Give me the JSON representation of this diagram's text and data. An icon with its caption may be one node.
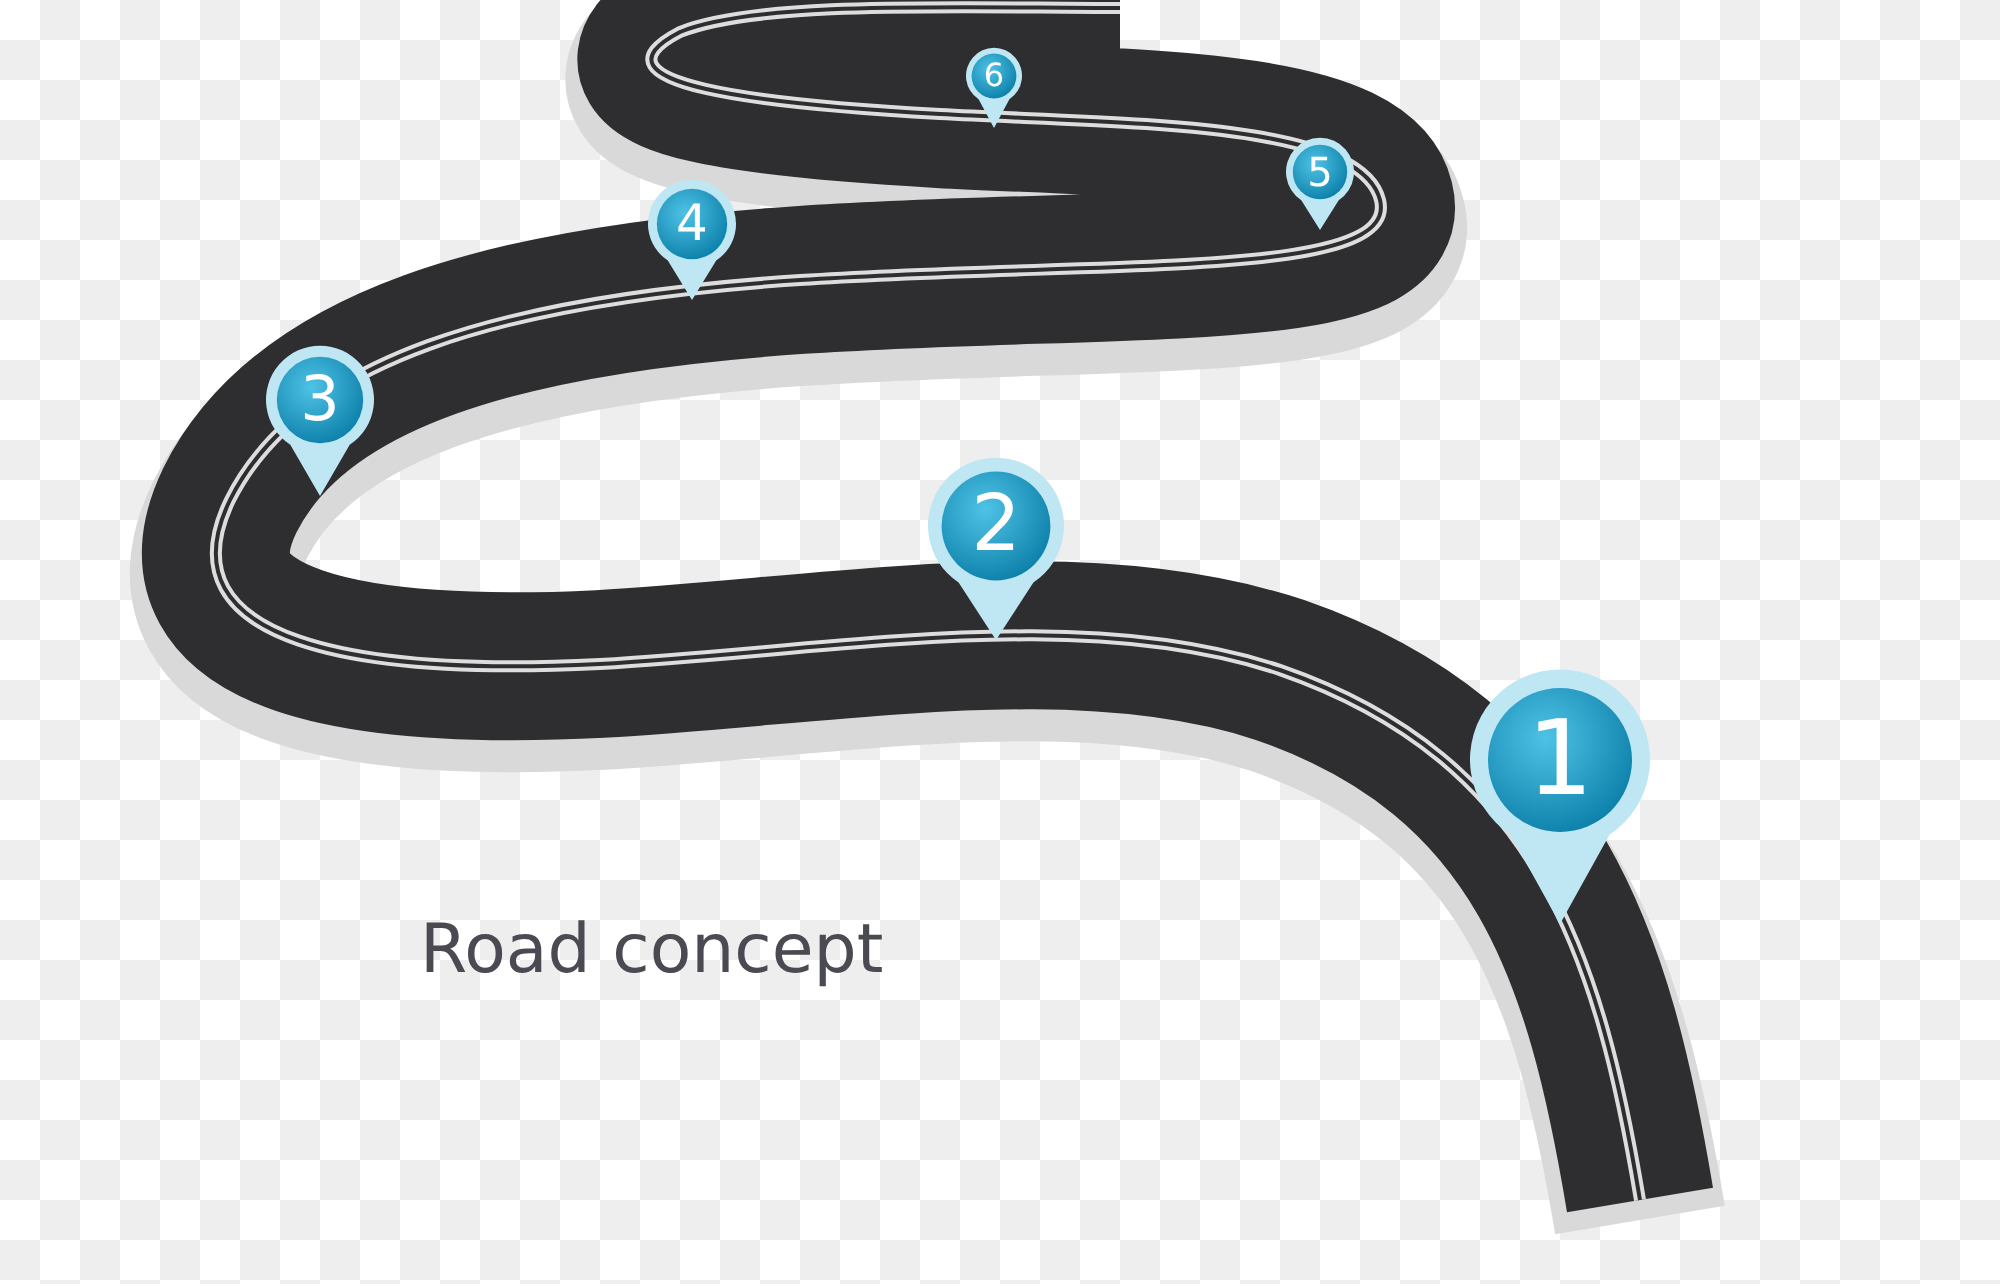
{
  "diagram": {
    "nodes": [
      {
        "text": [
          "1"
        ]
      },
      {
        "text": [
          "2"
        ]
      },
      {
        "text": [
          "3"
        ]
      },
      {
        "text": [
          "4"
        ]
      },
      {
        "text": [
          "5"
        ]
      },
      {
        "text": [
          "6"
        ]
      }
    ],
    "edges": [],
    "labels": [
      "Road concept"
    ]
  }
}
